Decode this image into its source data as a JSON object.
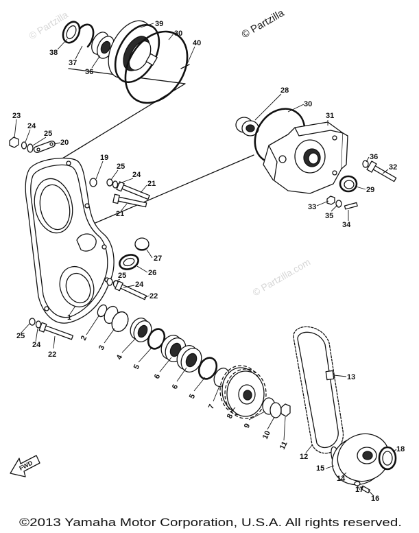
{
  "watermarks": {
    "top_left": "© Partzilla",
    "top_right": "© Partzilla",
    "center_right": "© Partzilla.com"
  },
  "callouts": [
    "38",
    "37",
    "36",
    "39",
    "30",
    "40",
    "28",
    "30",
    "31",
    "36",
    "32",
    "29",
    "33",
    "35",
    "34",
    "23",
    "24",
    "25",
    "20",
    "19",
    "25",
    "24",
    "21",
    "21",
    "27",
    "26",
    "25",
    "24",
    "22",
    "25",
    "24",
    "22",
    "1",
    "2",
    "3",
    "4",
    "5",
    "6",
    "6",
    "5",
    "7",
    "8",
    "9",
    "10",
    "11",
    "13",
    "12",
    "15",
    "14",
    "18",
    "17",
    "16"
  ],
  "direction_label": "FWD",
  "copyright": "©2013  Yamaha Motor Corporation, U.S.A. All rights reserved."
}
